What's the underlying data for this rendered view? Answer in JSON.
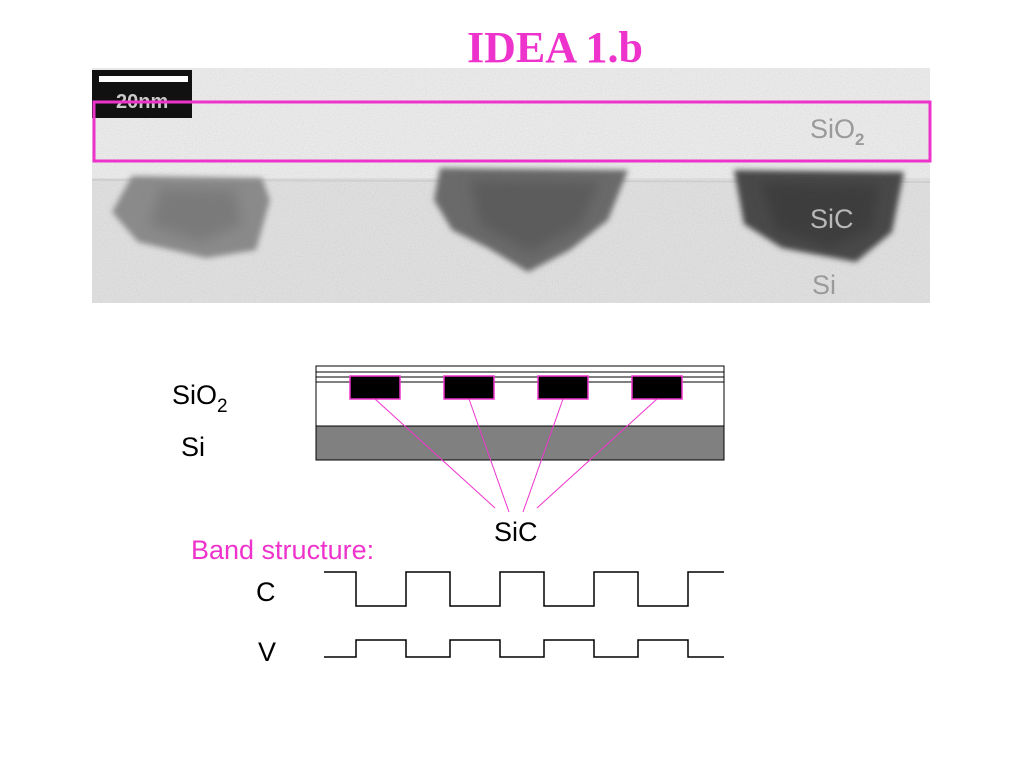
{
  "slide": {
    "title": "IDEA 1.b"
  },
  "micrograph": {
    "scale_bar_label": "20nm",
    "label_sio2": "SiO",
    "label_sio2_sub": "2",
    "label_sic": "SiC",
    "label_si": "Si"
  },
  "schematic": {
    "label_sio2": "SiO",
    "label_sio2_sub": "2",
    "label_si": "Si",
    "label_sic": "SiC",
    "dot_count": 4
  },
  "band_structure": {
    "title": "Band structure:",
    "conduction_label": "C",
    "valence_label": "V"
  },
  "colors": {
    "accent": "#ee33cc",
    "substrate": "#808080",
    "dot_fill": "#000000",
    "line": "#000000"
  }
}
